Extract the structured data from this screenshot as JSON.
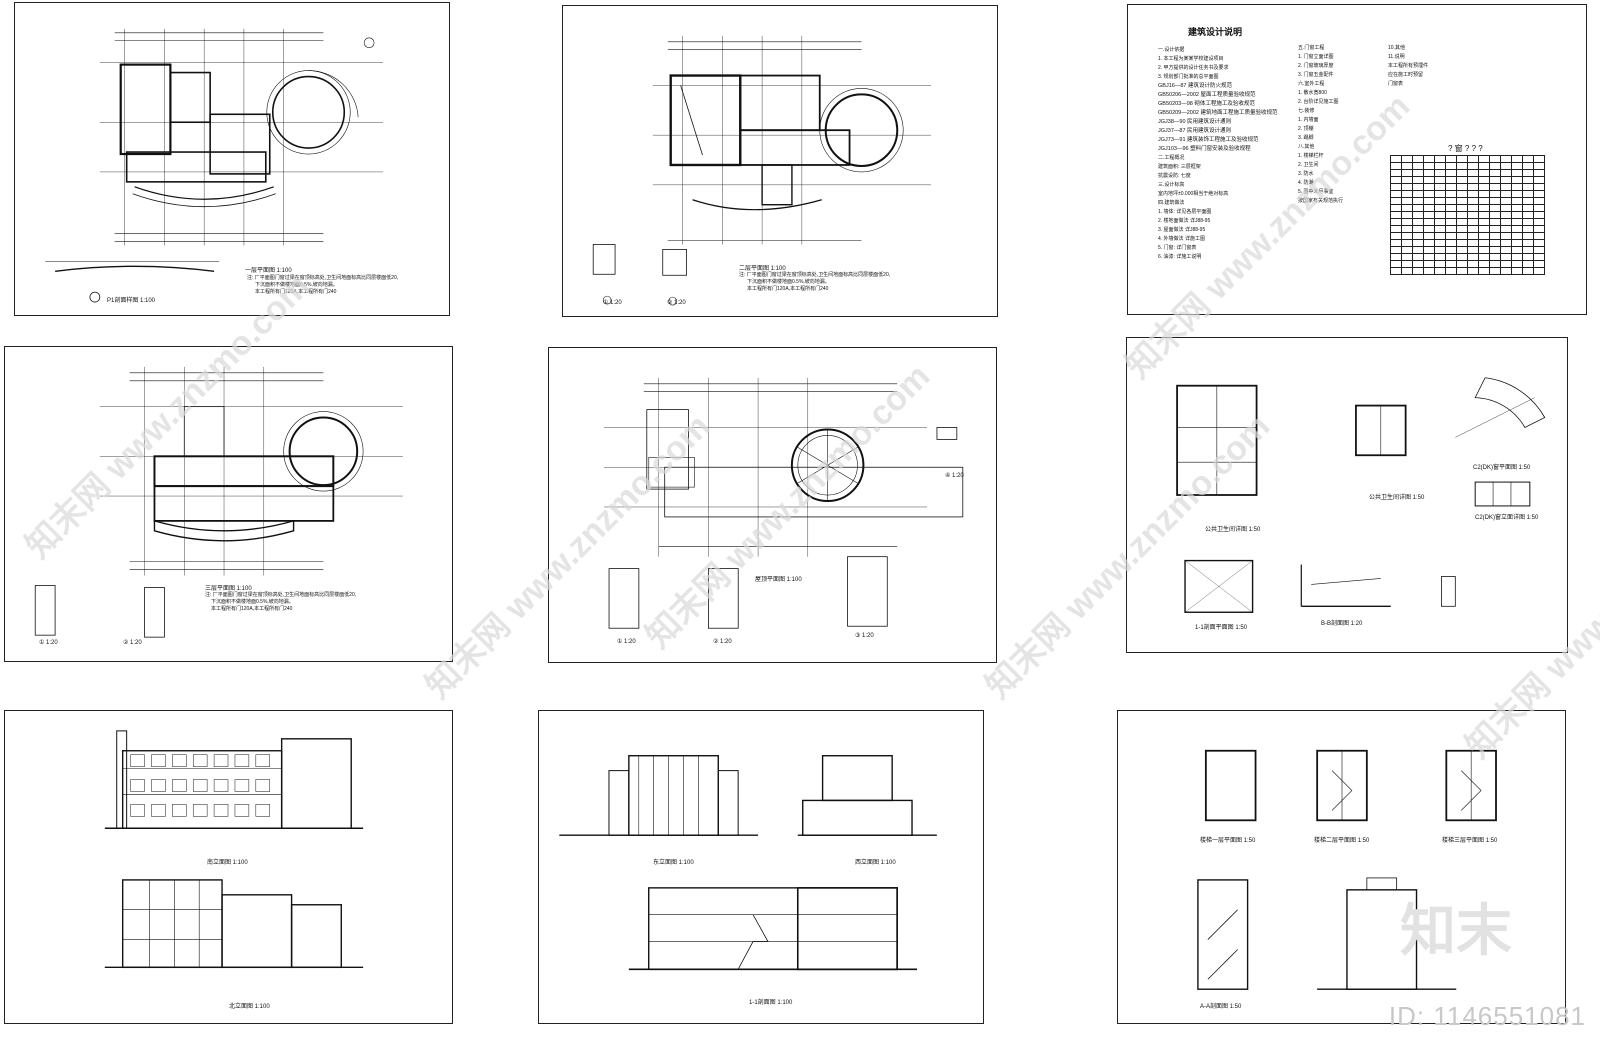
{
  "sheets": {
    "plan1": {
      "title": "一层平面图 1:100",
      "strip_title": "P1剖面样图 1:100",
      "note_lines": [
        "注: 厂平面图门窗过梁在窗顶标高处,卫生间地面标高比同层楼面低20,",
        "下沉面积不做楼地面0.5%,坡向地漏。",
        "本工程所有门120A,本工程所有门240"
      ]
    },
    "plan2": {
      "title": "二层平面图 1:100",
      "note_lines": [
        "注: 厂平面图门窗过梁在窗顶标高处,卫生间地面标高比同层楼面低20,",
        "下沉面积不做楼地面0.5%,坡向地漏。",
        "本工程所有门120A,本工程所有门240"
      ],
      "detail1": "① 1:20",
      "detail2": "② 1:20"
    },
    "notes": {
      "heading": "建筑设计说明",
      "col1": [
        "一.设计依据",
        "1. 本工程为某某学校建设项目",
        "2. 甲方提供的设计任务书及要求",
        "3. 规划部门批准的总平面图",
        "GBJ16—87 建筑设计防火规范",
        "GB50206—2002 屋面工程质量验收规范",
        "GB50203—98 砌体工程施工及验收规范",
        "GB50209—2002 建筑地面工程施工质量验收规范",
        "JGJ38—90 民用建筑设计通则",
        "JGJ37—87 民用建筑设计通则",
        "JGJ73—91 建筑装饰工程施工及验收规范",
        "JGJ103—96 塑料门窗安装及验收规程",
        "二.工程概况",
        "建筑面积: 三层框架",
        "抗震设防: 七度",
        "三.设计标高",
        "室内地坪±0.000相当于绝对标高",
        "四.建筑做法",
        "1. 墙体: 详见各层平面图",
        "2. 楼地面做法 详J88-95",
        "3. 屋面做法 详J88-95",
        "4. 外墙做法 详施工图",
        "5. 门窗: 详门窗表",
        "6. 油漆: 详施工说明"
      ],
      "col2": [
        "五.门窗工程",
        "1. 门窗立面详图",
        "2. 门窗玻璃厚度",
        "3. 门窗五金配件",
        "六.室外工程",
        "1. 散水宽800",
        "2. 台阶详见施工图",
        "七.装修",
        "1. 内墙面",
        "2. 顶棚",
        "3. 踢脚",
        "八.其他",
        "1. 楼梯栏杆",
        "2. 卫生间",
        "3. 防水",
        "4. 防潮",
        "5. 图中未尽事宜",
        "按国家有关规范执行"
      ],
      "col3": [
        "10.其他",
        "11.说明",
        "本工程所有预埋件",
        "应在施工时预留",
        "门窗表"
      ],
      "table_title": "? 窗 ? ? ?"
    },
    "plan3": {
      "title": "三层平面图 1:100",
      "note_lines": [
        "注: 厂平面图门窗过梁在窗顶标高处,卫生间地面标高比同层楼面低20,",
        "下沉面积不做楼地面0.5%,坡向地漏。",
        "本工程所有门120A,本工程所有门240"
      ],
      "detail1": "① 1:20",
      "detail2": "② 1:20"
    },
    "roof": {
      "title": "屋顶平面图 1:100",
      "detail1": "① 1:20",
      "detail2": "② 1:20",
      "detail3": "③ 1:20",
      "detail4": "④ 1:20"
    },
    "toilet": {
      "cap1": "公共卫生间详图 1:50",
      "cap2": "公共卫生间详图 1:50",
      "cap3": "C2(DK)窗平面图 1:50",
      "cap4": "C2(DK)窗立面详图 1:50",
      "cap5": "1-1剖面平面图 1:50",
      "cap6": "B-B剖面图 1:20"
    },
    "elev1": {
      "title1": "南立面图 1:100",
      "title2": "北立面图 1:100"
    },
    "elev2": {
      "title1": "东立面图 1:100",
      "title2": "西立面图 1:100",
      "title3": "1-1剖面图 1:100"
    },
    "stair": {
      "cap1": "楼梯一层平面图 1:50",
      "cap2": "楼梯二层平面图 1:50",
      "cap3": "楼梯三层平面图 1:50",
      "cap4": "A-A剖面图 1:50"
    }
  },
  "watermark": {
    "text": "知末网 www.znzmo.com",
    "logo": "知末"
  },
  "id_label": "ID: 1146551081",
  "colors": {
    "line": "#111111",
    "watermark": "#d9d9d9"
  }
}
